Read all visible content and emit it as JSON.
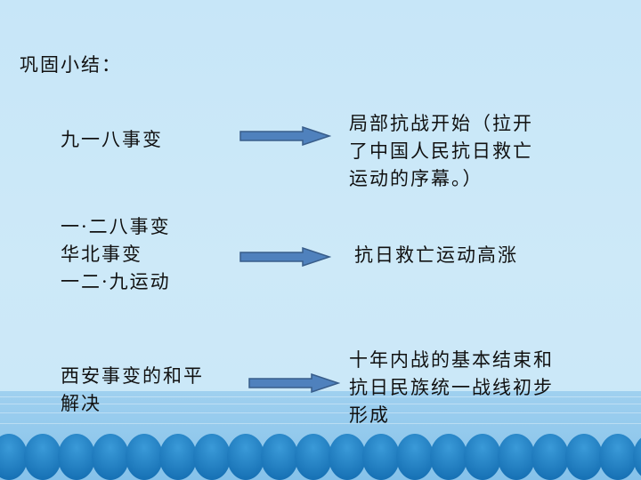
{
  "title": "巩固小结：",
  "rows": [
    {
      "events": "九一八事变",
      "result": "局部抗战开始（拉开\n了中国人民抗日救亡\n运动的序幕。）"
    },
    {
      "events": "一·二八事变\n华北事变\n一二·九运动",
      "result": "抗日救亡运动高涨"
    },
    {
      "events": "西安事变的和平\n解决",
      "result": "十年内战的基本结束和\n抗日民族统一战线初步\n形成"
    }
  ],
  "colors": {
    "arrow_fill": "#4f81bd",
    "arrow_stroke": "#385d8a",
    "sea": "#8cc6ec",
    "waves": "#1f7fc2"
  }
}
